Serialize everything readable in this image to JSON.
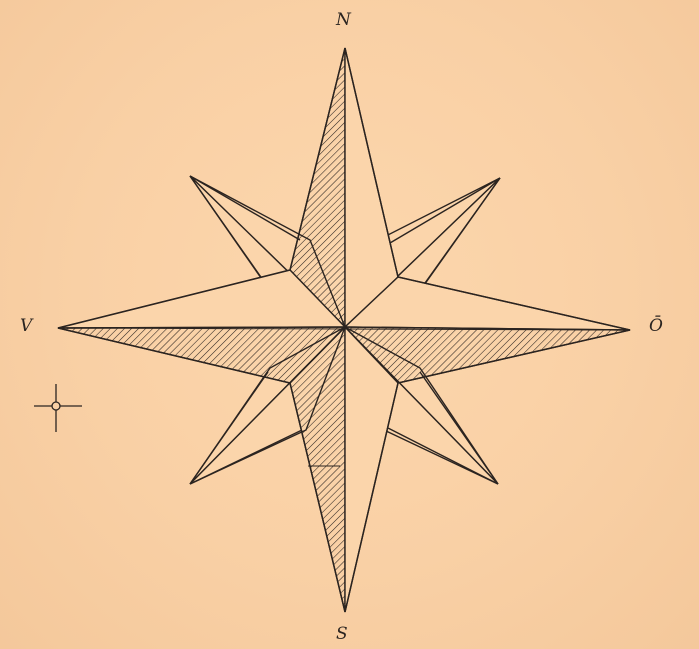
{
  "compass": {
    "north_label": "N",
    "south_label": "S",
    "west_label": "V",
    "east_label": "Ō"
  },
  "colors": {
    "paper": "#f9d0a5",
    "ink": "#2b2420"
  }
}
